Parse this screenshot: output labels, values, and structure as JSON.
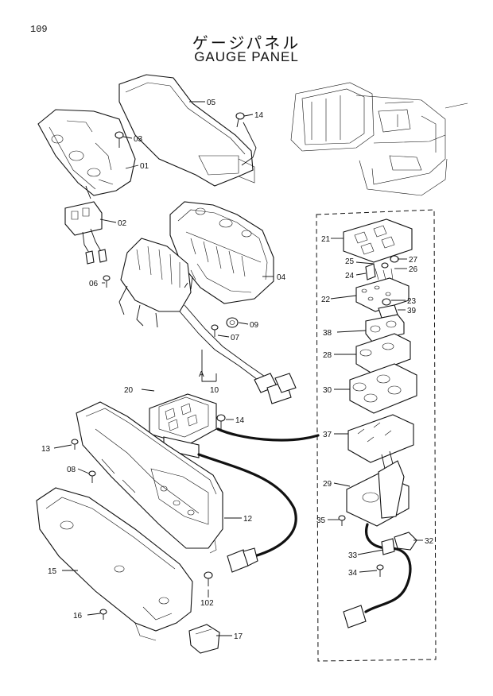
{
  "page_number": "109",
  "title_jp": "ゲージパネル",
  "title_en": "GAUGE PANEL",
  "callouts": {
    "p01": "01",
    "p02": "02",
    "p03": "03",
    "p04": "04",
    "p05": "05",
    "p06": "06",
    "p07": "07",
    "p08": "08",
    "p09": "09",
    "p10": "10",
    "p12": "12",
    "p13": "13",
    "p14a": "14",
    "p14b": "14",
    "p15": "15",
    "p16": "16",
    "p17": "17",
    "p20": "20",
    "p21": "21",
    "p22": "22",
    "p23": "23",
    "p24": "24",
    "p25": "25",
    "p26": "26",
    "p27": "27",
    "p28": "28",
    "p29": "29",
    "p30": "30",
    "p32": "32",
    "p33": "33",
    "p34": "34",
    "p35": "35",
    "p37": "37",
    "p38": "38",
    "p39": "39",
    "p102": "102",
    "pA": "A"
  }
}
